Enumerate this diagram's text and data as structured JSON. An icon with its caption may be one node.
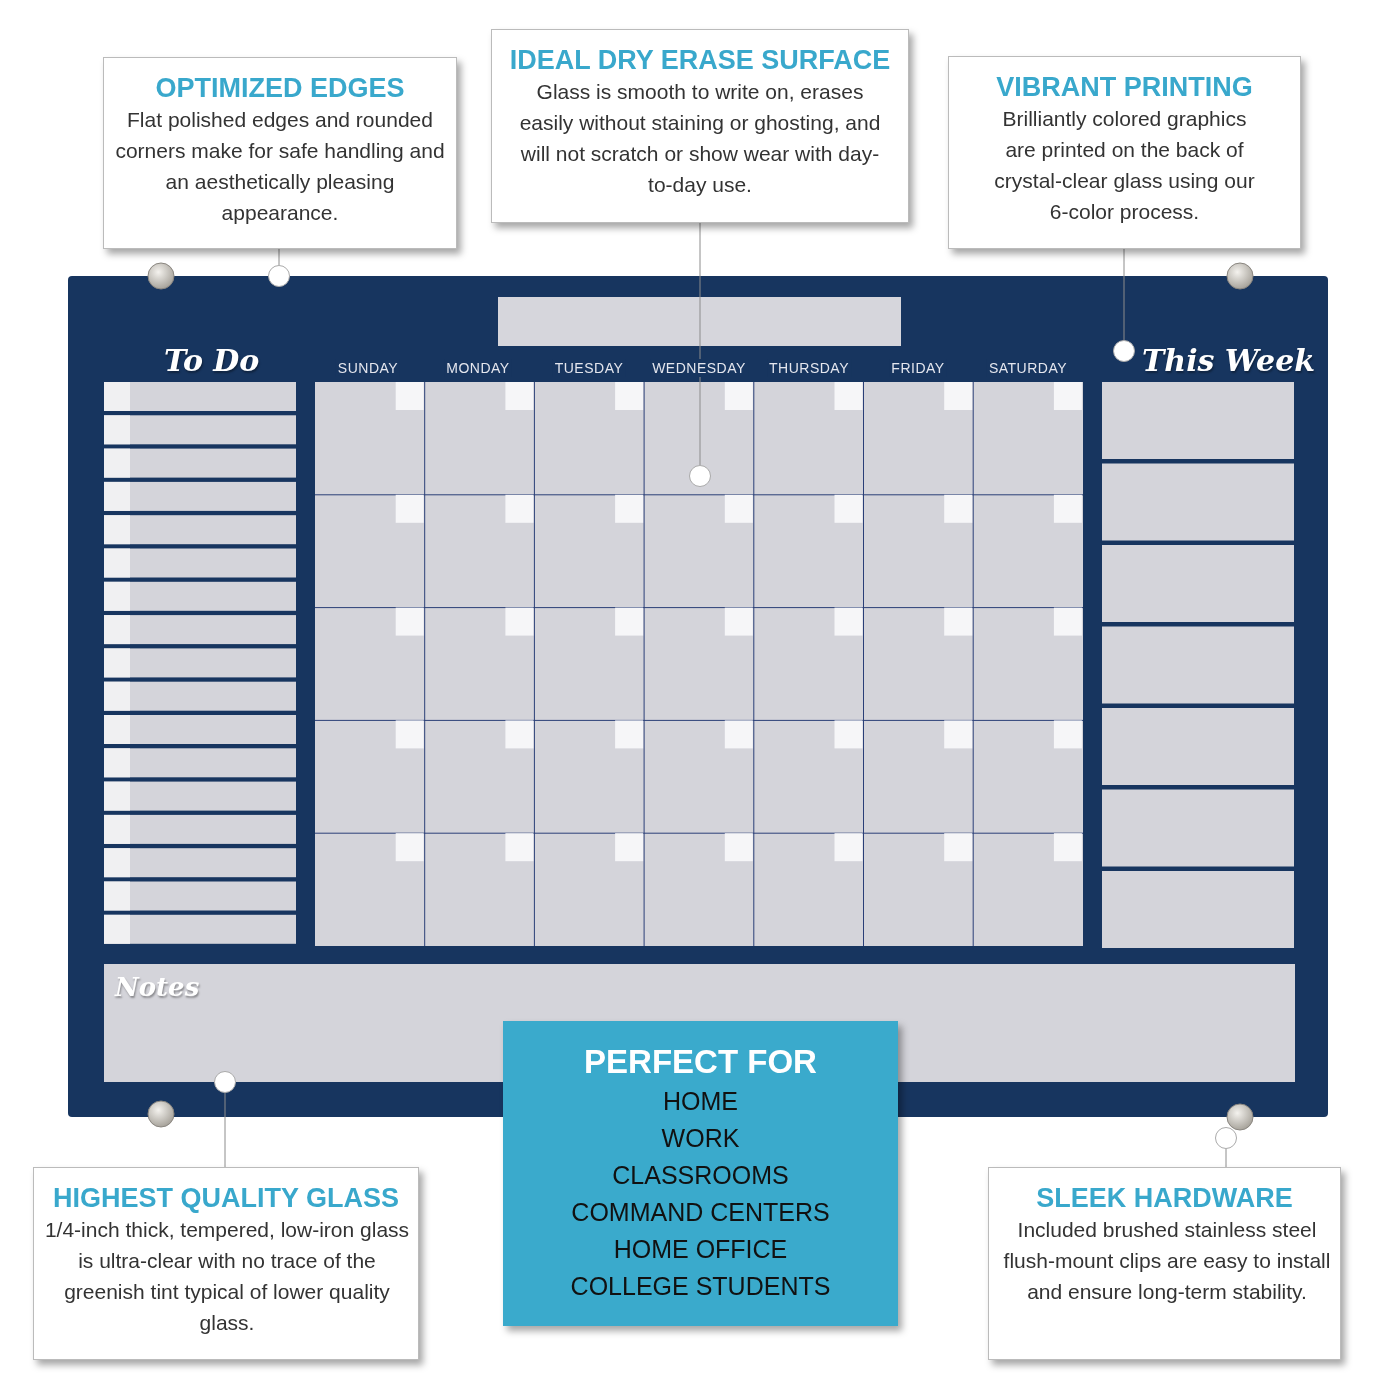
{
  "diagram": {
    "nodes": [
      {
        "text": [
          "OPTIMIZED EDGES",
          "Flat polished edges and rounded corners make for safe handling and an aesthetically pleasing appearance."
        ]
      },
      {
        "text": [
          "IDEAL DRY ERASE SURFACE",
          "Glass is smooth to write on, erases easily without staining or ghosting, and will not scratch or show wear with day-to-day use."
        ]
      },
      {
        "text": [
          "VIBRANT PRINTING",
          "Brilliantly colored graphics are printed on the back of crystal-clear glass using our 6-color process."
        ]
      },
      {
        "text": [
          "HIGHEST QUALITY GLASS",
          "1/4-inch thick, tempered, low-iron glass is ultra-clear with no trace of the greenish tint typical of lower quality glass."
        ]
      },
      {
        "text": [
          "SLEEK HARDWARE",
          "Included brushed stainless steel flush-mount clips are easy to install and ensure long-term stability."
        ]
      },
      {
        "text": [
          "PERFECT FOR",
          "HOME",
          "WORK",
          "CLASSROOMS",
          "COMMAND CENTERS",
          "HOME OFFICE",
          "COLLEGE STUDENTS"
        ]
      },
      {
        "text": [],
        "shape": "circle"
      },
      {
        "text": [],
        "shape": "circle"
      },
      {
        "text": [],
        "shape": "circle"
      },
      {
        "text": [],
        "shape": "circle"
      },
      {
        "text": [],
        "shape": "circle"
      }
    ],
    "edges": [
      {
        "from": 0,
        "to": 6,
        "arrow": "none"
      },
      {
        "from": 2,
        "to": 7,
        "arrow": "none"
      },
      {
        "from": 1,
        "to": 8,
        "arrow": "none"
      },
      {
        "from": 3,
        "to": 9,
        "arrow": "none"
      },
      {
        "from": 4,
        "to": 10,
        "arrow": "none"
      }
    ],
    "labels": [
      "To Do",
      "SUNDAY",
      "MONDAY",
      "TUESDAY",
      "WEDNESDAY",
      "THURSDAY",
      "FRIDAY",
      "SATURDAY",
      "This Week",
      "Notes"
    ]
  }
}
